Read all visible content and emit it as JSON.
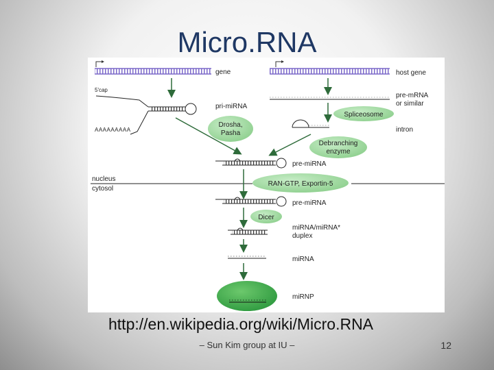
{
  "slide": {
    "title": "Micro.RNA",
    "url": "http://en.wikipedia.org/wiki/Micro.RNA",
    "footer": "– Sun Kim group at IU –",
    "page_number": "12"
  },
  "diagram": {
    "labels": {
      "gene": "gene",
      "host_gene": "host gene",
      "five_cap": "5'cap",
      "pri_mirna": "pri-miRNA",
      "poly_a": "AAAAAAAAA",
      "pre_mrna_line1": "pre-mRNA",
      "pre_mrna_line2": "or similar",
      "intron": "intron",
      "pre_mirna_nucleus": "pre-miRNA",
      "nucleus": "nucleus",
      "cytosol": "cytosol",
      "pre_mirna_cytosol": "pre-miRNA",
      "duplex_line1": "miRNA/miRNA*",
      "duplex_line2": "duplex",
      "mirna": "miRNA",
      "mirnp": "miRNP"
    },
    "enzymes": {
      "drosha_line1": "Drosha,",
      "drosha_line2": "Pasha",
      "spliceosome": "Spliceosome",
      "debranching_line1": "Debranching",
      "debranching_line2": "enzyme",
      "ran_gtp": "RAN-GTP, Exportin-5",
      "dicer": "Dicer"
    },
    "colors": {
      "enzyme_fill": "#8fd08f",
      "mirnp_fill": "#3fa84f",
      "arrow": "#2e6b3a",
      "strand": "#7b68c9",
      "line": "#222222"
    }
  }
}
